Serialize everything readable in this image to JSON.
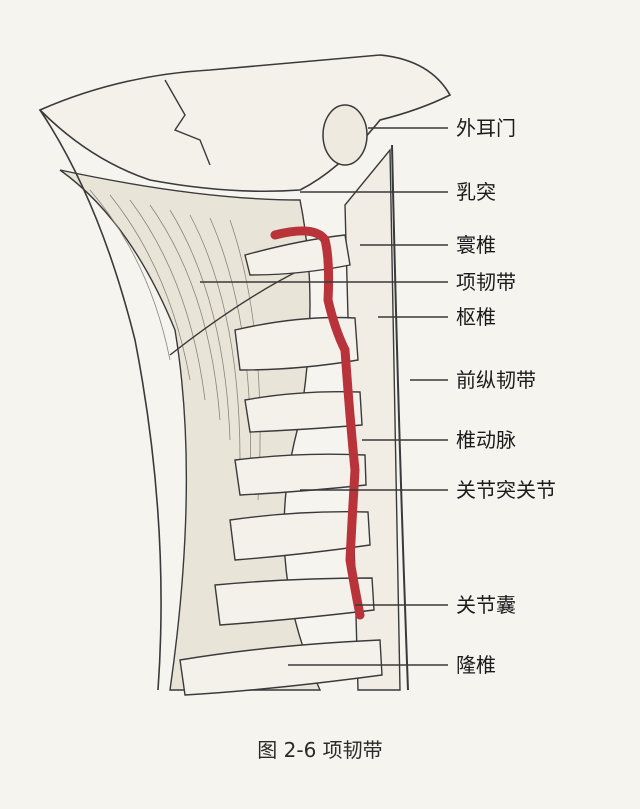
{
  "labels": [
    {
      "id": "external-ear-canal",
      "text": "外耳门"
    },
    {
      "id": "mastoid-process",
      "text": "乳突"
    },
    {
      "id": "atlas",
      "text": "寰椎"
    },
    {
      "id": "nuchal-ligament",
      "text": "项韧带"
    },
    {
      "id": "axis",
      "text": "枢椎"
    },
    {
      "id": "anterior-longitudinal-ligament",
      "text": "前纵韧带"
    },
    {
      "id": "vertebral-artery",
      "text": "椎动脉"
    },
    {
      "id": "facet-joint",
      "text": "关节突关节"
    },
    {
      "id": "joint-capsule",
      "text": "关节囊"
    },
    {
      "id": "vertebra-prominens",
      "text": "隆椎"
    }
  ],
  "caption": "图 2-6 项韧带",
  "colors": {
    "background": "#f6f4ef",
    "line": "#3a3a3a",
    "artery": "#b8333a",
    "bone": "#f4f1ea",
    "muscle": "#e9e4d8"
  }
}
